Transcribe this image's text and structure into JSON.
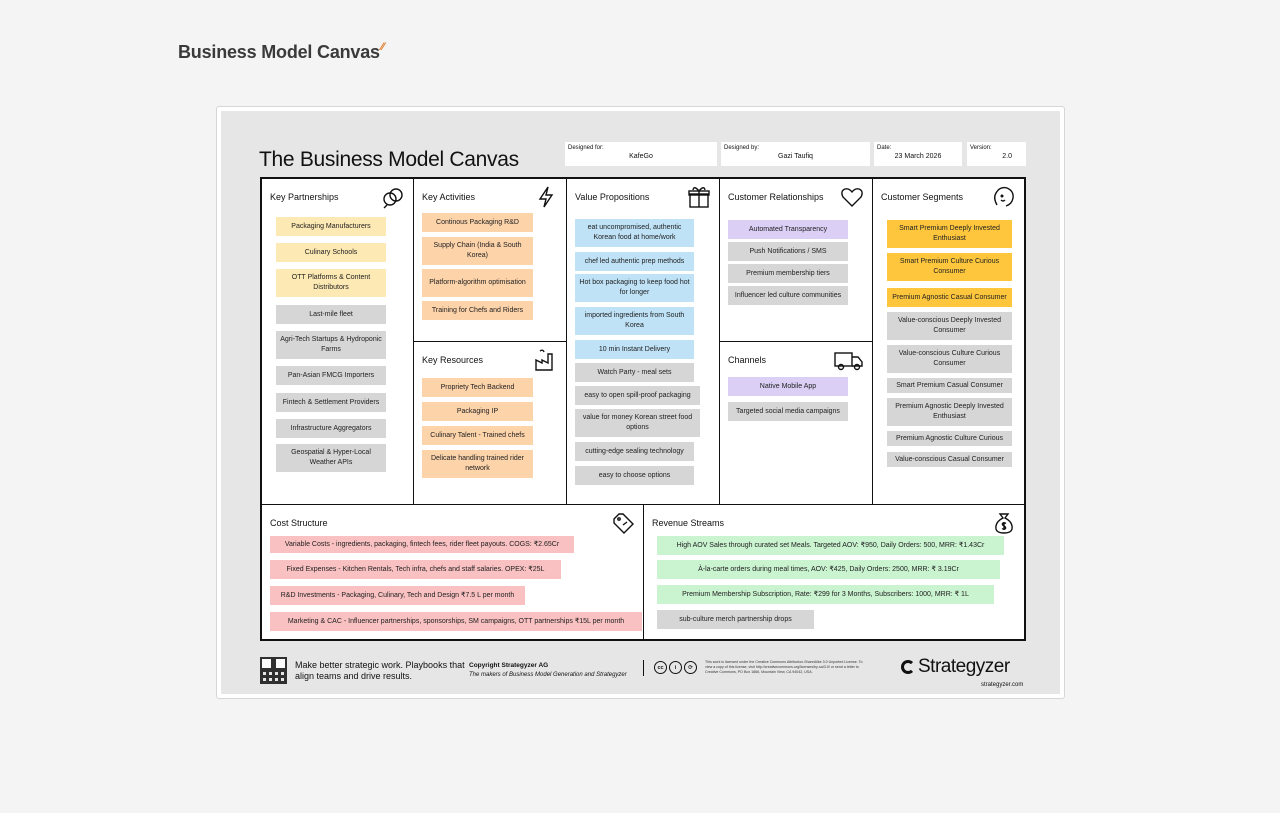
{
  "brand": {
    "title": "Business Model Canvas"
  },
  "canvas_title": "The Business Model Canvas",
  "meta": {
    "designed_for_label": "Designed for:",
    "designed_for": "KafeGo",
    "designed_by_label": "Designed by:",
    "designed_by": "Gazi Taufiq",
    "date_label": "Date:",
    "date": "23 March 2026",
    "version_label": "Version:",
    "version": "2.0"
  },
  "sections": {
    "key_partnerships": {
      "title": "Key Partnerships",
      "icon": "link-icon",
      "items": [
        "Packaging Manufacturers",
        "Culinary Schools",
        "OTT Platforms & Content Distributors",
        "Last-mile fleet",
        "Agri-Tech Startups & Hydroponic Farms",
        "Pan-Asian FMCG Importers",
        "Fintech & Settlement Providers",
        "Infrastructure Aggregators",
        "Geospatial & Hyper-Local Weather APIs"
      ]
    },
    "key_activities": {
      "title": "Key Activities",
      "icon": "lightning-icon",
      "items": [
        "Continous Packaging R&D",
        "Supply Chain (India & South Korea)",
        "Platform-algorithm optimisation",
        "Training for Chefs and Riders"
      ]
    },
    "key_resources": {
      "title": "Key Resources",
      "icon": "factory-icon",
      "items": [
        "Propriety Tech Backend",
        "Packaging IP",
        "Culinary Talent - Trained chefs",
        "Delicate handling trained rider network"
      ]
    },
    "value_propositions": {
      "title": "Value Propositions",
      "icon": "gift-icon",
      "items": [
        "eat uncompromised, authentic Korean food at home/work",
        "chef led authentic prep methods",
        "Hot box packaging to keep food hot for longer",
        "imported ingredients from South Korea",
        "10 min Instant Delivery",
        "Watch Party - meal sets",
        "easy to open spill-proof packaging",
        "value for money Korean street food options",
        "cutting-edge sealing technology",
        "easy to choose options"
      ]
    },
    "customer_relationships": {
      "title": "Customer Relationships",
      "icon": "heart-icon",
      "items": [
        "Automated Transparency",
        "Push Notifications / SMS",
        "Premium membership tiers",
        "Influencer led culture communities"
      ]
    },
    "channels": {
      "title": "Channels",
      "icon": "truck-icon",
      "items": [
        "Native Mobile App",
        "Targeted social media campaigns"
      ]
    },
    "customer_segments": {
      "title": "Customer Segments",
      "icon": "face-icon",
      "items": [
        "Smart Premium Deeply Invested Enthusiast",
        "Smart Premium Culture Curious Consumer",
        "Premium Agnostic Casual Consumer",
        "Value-conscious Deeply Invested Consumer",
        "Value-conscious Culture Curious Consumer",
        "Smart Premium Casual Consumer",
        "Premium Agnostic Deeply Invested Enthusiast",
        "Premium Agnostic Culture Curious",
        "Value-conscious Casual Consumer"
      ]
    },
    "cost_structure": {
      "title": "Cost Structure",
      "icon": "price-tag-icon",
      "items": [
        "Variable Costs - ingredients, packaging, fintech fees, rider fleet payouts. COGS: ₹2.65Cr",
        "Fixed Expenses - Kitchen Rentals, Tech infra, chefs and staff salaries. OPEX: ₹25L",
        "R&D Investments - Packaging, Culinary, Tech and Design ₹7.5 L per month",
        "Marketing & CAC - Influencer partnerships, sponsorships, SM campaigns, OTT partnerships ₹15L per month"
      ]
    },
    "revenue_streams": {
      "title": "Revenue Streams",
      "icon": "money-bag-icon",
      "items": [
        "High AOV Sales through curated set Meals. Targeted AOV: ₹950, Daily Orders: 500, MRR: ₹1.43Cr",
        "À-la-carte orders during meal times, AOV: ₹425, Daily Orders: 2500, MRR: ₹ 3.19Cr",
        "Premium Membership Subscription, Rate: ₹299 for 3 Months, Subscribers: 1000, MRR: ₹ 1L",
        "sub-culture merch partnership drops"
      ]
    }
  },
  "colors": {
    "yellow": "#fde9b4",
    "gray": "#d6d6d6",
    "orange": "#fdd3aa",
    "blue": "#bfe2f7",
    "purple": "#dccff6",
    "gold": "#fdc63d",
    "pink": "#f9c1c1",
    "green": "#caf3d0"
  },
  "footer": {
    "tagline": "Make better strategic work. Playbooks that align teams and drive results.",
    "copyright_title": "Copyright Strategyzer AG",
    "copyright_sub": "The makers of Business Model Generation and Strategyzer",
    "license": "This work is licensed under the Creative Commons Attribution-ShareAlike 3.0 Unported License. To view a copy of this license, visit http://creativecommons.org/licenses/by-sa/3.0/ or send a letter to Creative Commons, PO Box 1866, Mountain View, CA 94042, USA.",
    "logo_text": "Strategyzer",
    "url": "strategyzer.com"
  }
}
